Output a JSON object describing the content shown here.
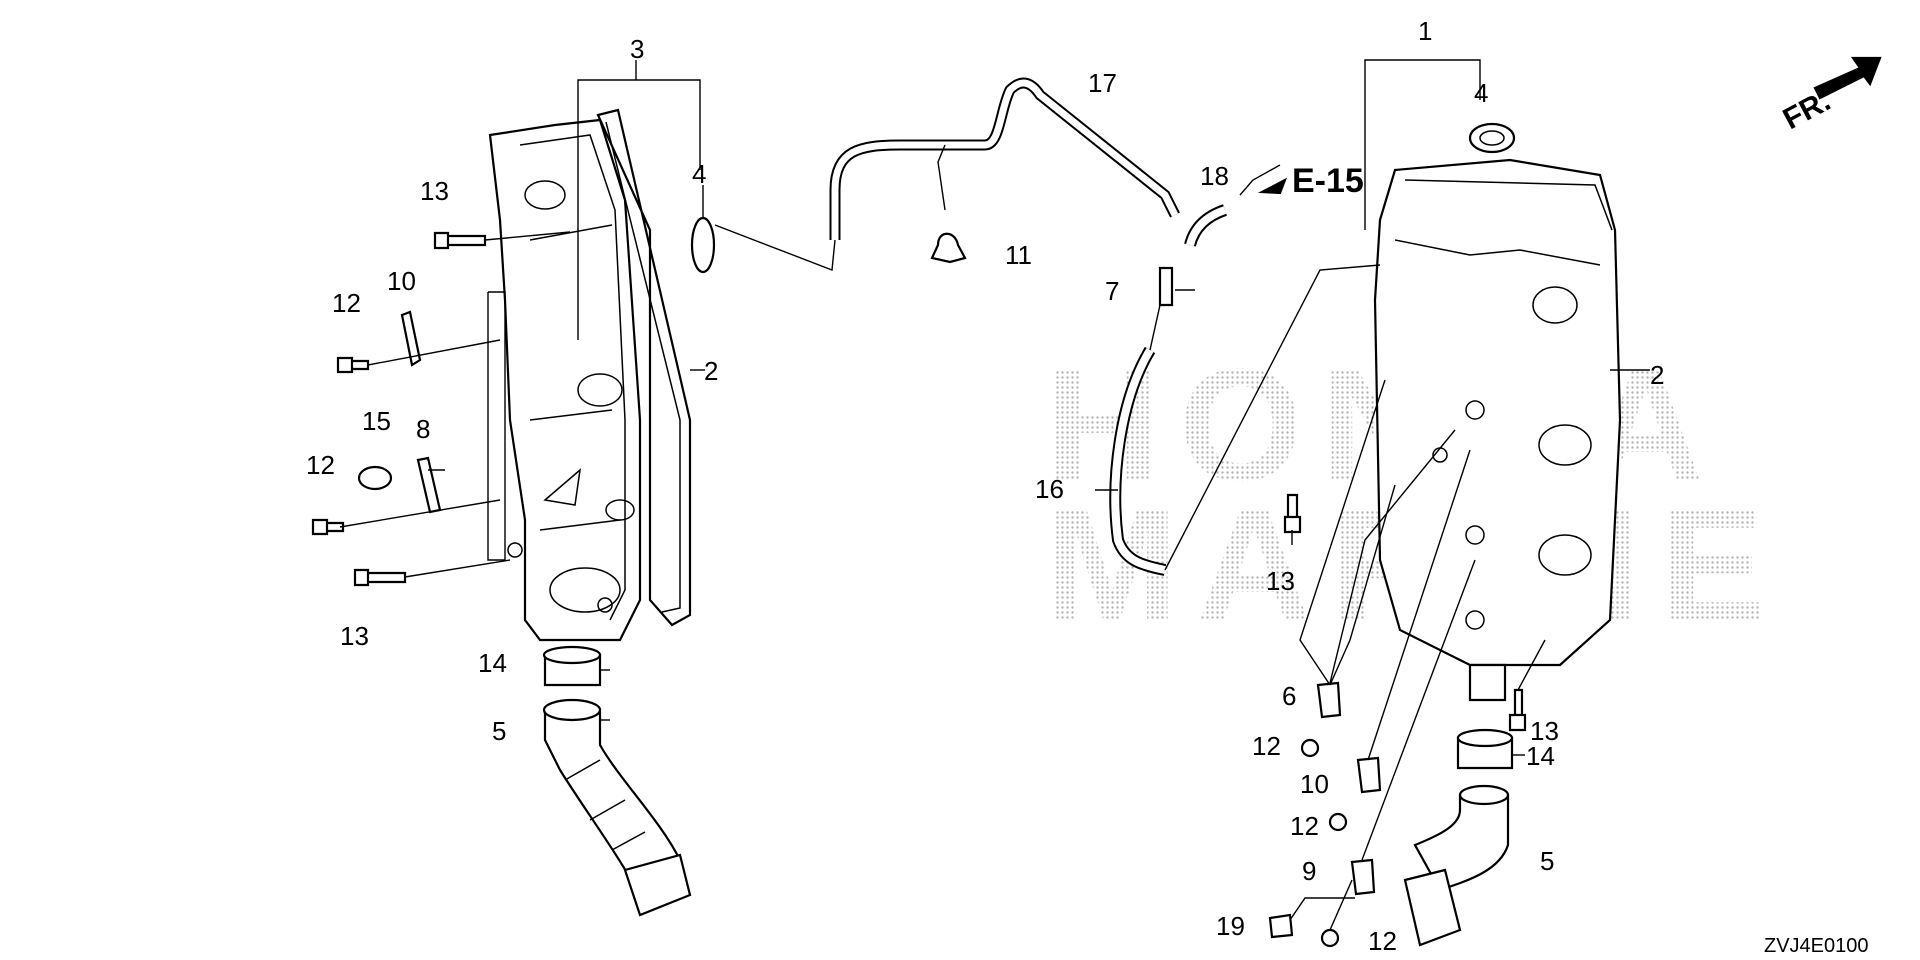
{
  "watermark": {
    "line1": "HONDA",
    "line2": "MARINE"
  },
  "front_indicator": "FR.",
  "reference": "E-15",
  "diagram_code": "ZVJ4E0100",
  "callouts": [
    "1",
    "2",
    "2",
    "3",
    "4",
    "4",
    "5",
    "5",
    "6",
    "7",
    "8",
    "9",
    "10",
    "10",
    "11",
    "12",
    "12",
    "12",
    "12",
    "12",
    "13",
    "13",
    "13",
    "13",
    "14",
    "14",
    "15",
    "16",
    "17",
    "18",
    "19"
  ]
}
